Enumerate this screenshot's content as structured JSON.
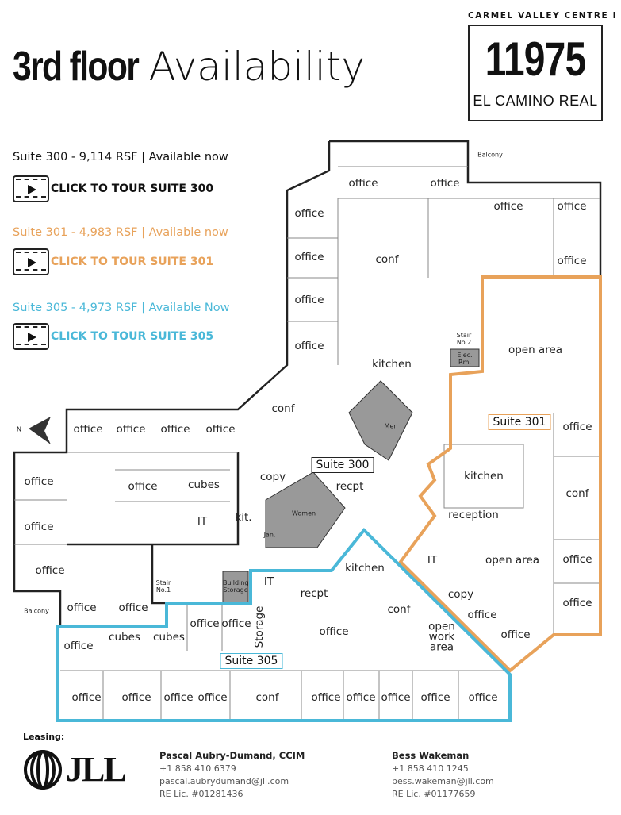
{
  "header": {
    "title_bold": "3rd floor",
    "title_light": "Availability",
    "building": "CARMEL VALLEY CENTRE I",
    "number": "11975",
    "street": "EL CAMINO REAL"
  },
  "suites": [
    {
      "listing": "Suite 300 - 9,114 RSF | Available now",
      "tour": "CLICK TO TOUR SUITE 300",
      "color": "#111111"
    },
    {
      "listing": "Suite 301 - 4,983 RSF | Available now",
      "tour": "CLICK TO TOUR SUITE 301",
      "color": "#e8a25a"
    },
    {
      "listing": "Suite 305 - 4,973 RSF | Available Now",
      "tour": "CLICK TO TOUR SUITE 305",
      "color": "#4ab8d8"
    }
  ],
  "plan": {
    "suite_labels": [
      "Suite 300",
      "Suite 301",
      "Suite 305"
    ],
    "north": "N",
    "rooms": [
      "office",
      "office",
      "office",
      "office",
      "office",
      "office",
      "conf",
      "office",
      "office",
      "office",
      "open area",
      "kitchen",
      "Stair No.2",
      "Elec. Rm.",
      "conf",
      "Men",
      "office",
      "office",
      "office",
      "office",
      "office",
      "kitchen",
      "copy",
      "office",
      "cubes",
      "recpt",
      "conf",
      "Women",
      "reception",
      "office",
      "IT",
      "kit.",
      "office",
      "Jan.",
      "IT",
      "open area",
      "office",
      "kitchen",
      "office",
      "IT",
      "recpt",
      "copy",
      "Stair No.1",
      "Building Storage",
      "office",
      "office",
      "conf",
      "office",
      "office",
      "office",
      "office",
      "Storage",
      "cubes",
      "cubes",
      "office",
      "office",
      "open work area",
      "office",
      "office",
      "office",
      "office",
      "office",
      "conf",
      "office",
      "office",
      "office",
      "office",
      "office",
      "Balcony",
      "Balcony"
    ]
  },
  "footer": {
    "leasing": "Leasing:",
    "logo": "JLL",
    "contacts": [
      {
        "name": "Pascal Aubry-Dumand, CCIM",
        "phone": "+1 858 410 6379",
        "email": "pascal.aubrydumand@jll.com",
        "lic": "RE Lic. #01281436"
      },
      {
        "name": "Bess Wakeman",
        "phone": "+1 858 410 1245",
        "email": "bess.wakeman@jll.com",
        "lic": "RE Lic. #01177659"
      }
    ]
  }
}
